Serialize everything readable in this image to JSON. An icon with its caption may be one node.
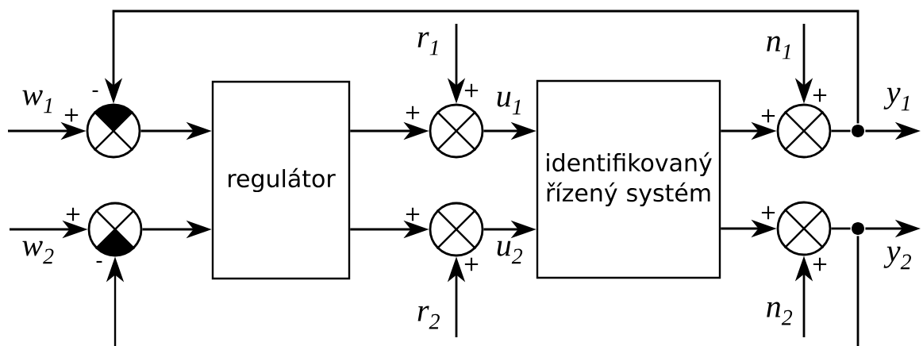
{
  "diagram": {
    "nodes": [
      {
        "text": [],
        "shape": "circle"
      },
      {
        "text": [],
        "shape": "circle"
      },
      {
        "text": [
          "regulátor"
        ]
      },
      {
        "text": [],
        "shape": "circle"
      },
      {
        "text": [],
        "shape": "circle"
      },
      {
        "text": [
          "identifikovaný řízený systém"
        ]
      },
      {
        "text": [],
        "shape": "circle"
      },
      {
        "text": [],
        "shape": "circle"
      },
      {
        "text": [],
        "shape": "dot"
      },
      {
        "text": [],
        "shape": "dot"
      }
    ],
    "edges": [
      {
        "from": null,
        "to": 0,
        "arrow": "to",
        "label": "w$_{1}$"
      },
      {
        "from": null,
        "to": 1,
        "arrow": "to",
        "label": "w$_{2}$"
      },
      {
        "from": 0,
        "to": 2,
        "arrow": "to"
      },
      {
        "from": 1,
        "to": 2,
        "arrow": "to"
      },
      {
        "from": 2,
        "to": 3,
        "arrow": "to"
      },
      {
        "from": 2,
        "to": 4,
        "arrow": "to"
      },
      {
        "from": null,
        "to": 3,
        "arrow": "to",
        "label": "r$_{1}$"
      },
      {
        "from": null,
        "to": 4,
        "arrow": "to",
        "label": "r$_{2}$"
      },
      {
        "from": 3,
        "to": 5,
        "arrow": "to",
        "label": "u$_{1}$"
      },
      {
        "from": 4,
        "to": 5,
        "arrow": "to",
        "label": "u$_{2}$"
      },
      {
        "from": 5,
        "to": 6,
        "arrow": "to"
      },
      {
        "from": 5,
        "to": 7,
        "arrow": "to"
      },
      {
        "from": null,
        "to": 6,
        "arrow": "to",
        "label": "n$_{1}$"
      },
      {
        "from": null,
        "to": 7,
        "arrow": "to",
        "label": "n$_{2}$"
      },
      {
        "from": 6,
        "to": 8,
        "arrow": "none"
      },
      {
        "from": 7,
        "to": 9,
        "arrow": "none"
      },
      {
        "from": 8,
        "to": null,
        "arrow": "to",
        "label": "y$_{1}$"
      },
      {
        "from": 9,
        "to": null,
        "arrow": "to",
        "label": "y$_{2}$"
      },
      {
        "from": 8,
        "to": 0,
        "arrow": "to"
      },
      {
        "from": 9,
        "to": null,
        "arrow": "none"
      },
      {
        "from": null,
        "to": 1,
        "arrow": "to"
      }
    ],
    "labels": [
      "+",
      "-",
      "+",
      "+",
      "+",
      "+",
      "+",
      "+",
      "+",
      "-",
      "+",
      "+"
    ]
  }
}
